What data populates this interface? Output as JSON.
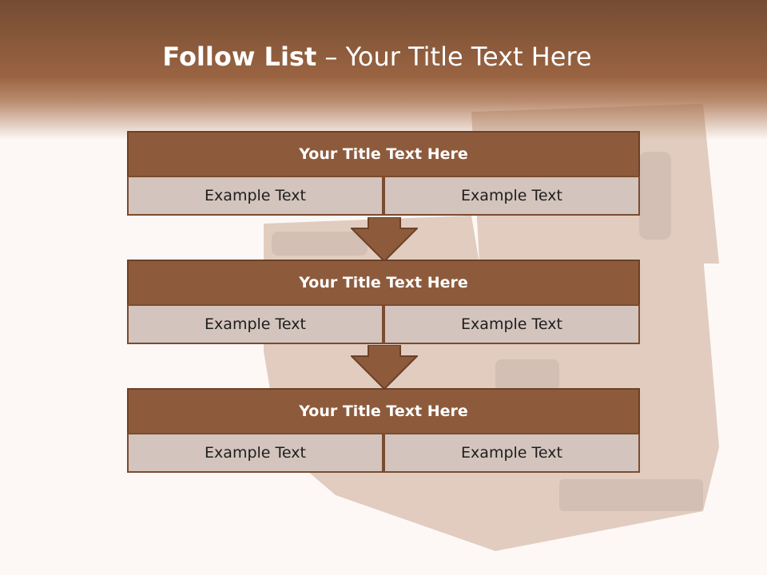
{
  "slide": {
    "title_bold": "Follow List",
    "title_rest": "– Your Title Text Here"
  },
  "blocks": [
    {
      "title": "Your Title Text Here",
      "left_text": "Example Text",
      "right_text": "Example Text"
    },
    {
      "title": "Your Title Text Here",
      "left_text": "Example Text",
      "right_text": "Example Text"
    },
    {
      "title": "Your Title Text Here",
      "left_text": "Example Text",
      "right_text": "Example Text"
    }
  ],
  "colors": {
    "header": "#8b5a3a",
    "block_title_fill": "#8d5b3c",
    "cell_fill": "#d3c4bd",
    "arrow_fill": "#8d5b3c"
  }
}
